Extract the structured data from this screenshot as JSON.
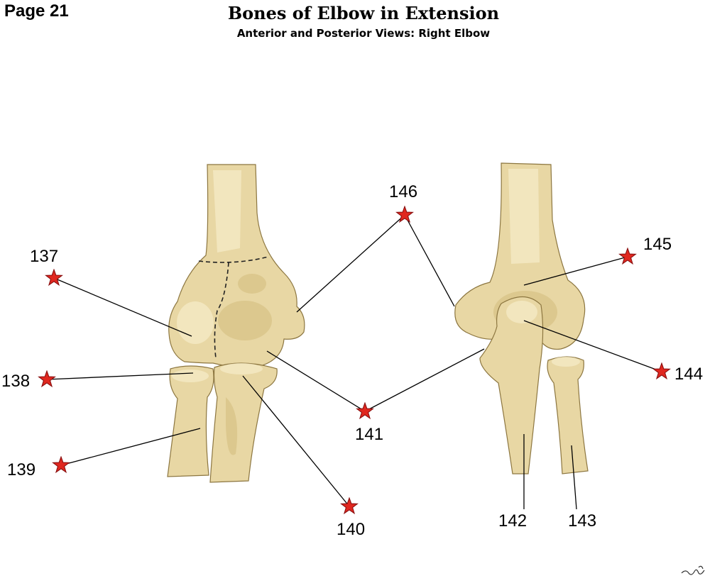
{
  "page_number": "Page 21",
  "title": "Bones of Elbow in Extension",
  "subtitle": "Anterior and Posterior Views: Right Elbow",
  "labels": {
    "l137": "137",
    "l138": "138",
    "l139": "139",
    "l140": "140",
    "l141": "141",
    "l142": "142",
    "l143": "143",
    "l144": "144",
    "l145": "145",
    "l146": "146"
  },
  "colors": {
    "star": "#e0271f",
    "bone": "#e8d7a4",
    "bone_outline": "#8c7640"
  }
}
